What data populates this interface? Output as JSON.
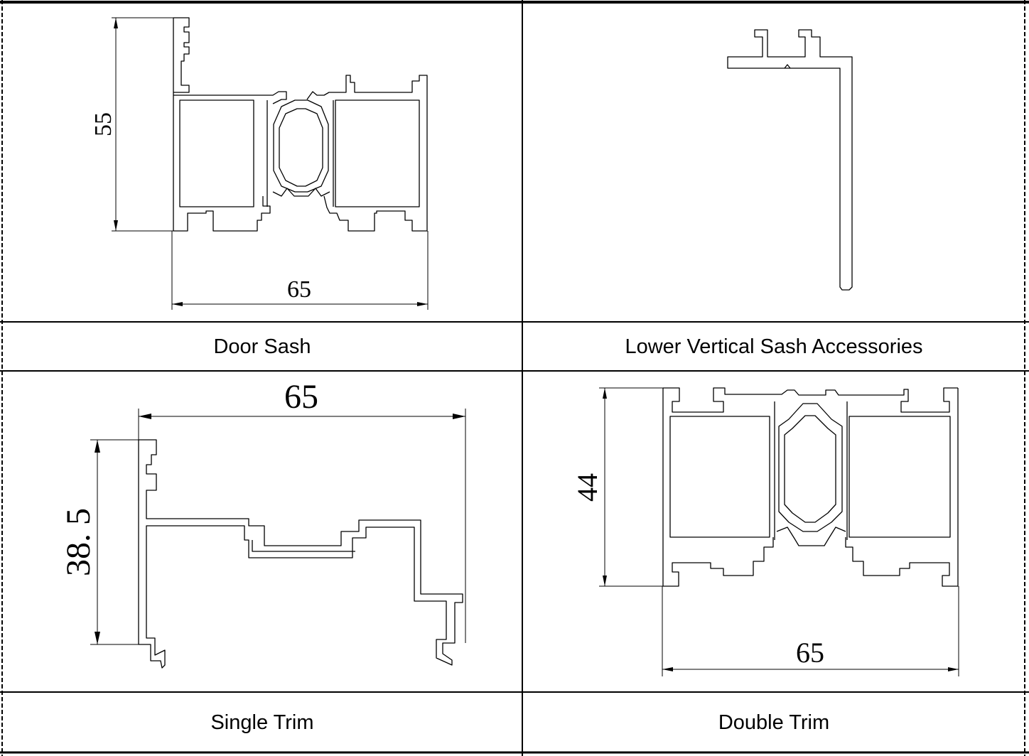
{
  "panels": [
    {
      "caption": "Door Sash",
      "dims": {
        "width": "65",
        "height": "55"
      }
    },
    {
      "caption": "Lower Vertical Sash Accessories"
    },
    {
      "caption": "Single Trim",
      "dims": {
        "width": "65",
        "height": "38. 5"
      }
    },
    {
      "caption": "Double Trim",
      "dims": {
        "width": "65",
        "height": "44"
      }
    }
  ],
  "colors": {
    "line": "#000000",
    "background": "#ffffff"
  }
}
